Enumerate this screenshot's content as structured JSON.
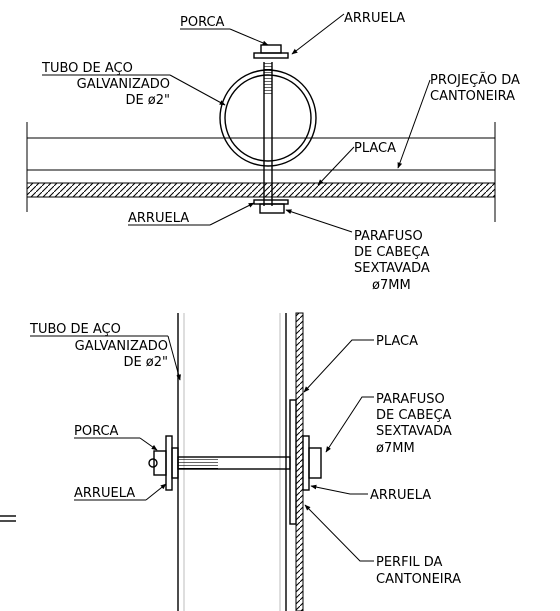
{
  "top_view": {
    "labels": {
      "porca": "PORCA",
      "arruela_top": "ARRUELA",
      "tubo_line1": "TUBO DE AÇO",
      "tubo_line2": "GALVANIZADO",
      "tubo_line3": "DE ø2\"",
      "projecao_line1": "PROJEÇÃO DA",
      "projecao_line2": "CANTONEIRA",
      "placa": "PLACA",
      "arruela_bottom": "ARRUELA",
      "parafuso_line1": "PARAFUSO",
      "parafuso_line2": "DE CABEÇA",
      "parafuso_line3": "SEXTAVADA",
      "parafuso_line4": "ø7MM"
    }
  },
  "side_view": {
    "labels": {
      "tubo_line1": "TUBO DE AÇO",
      "tubo_line2": "GALVANIZADO",
      "tubo_line3": "DE ø2\"",
      "placa": "PLACA",
      "parafuso_line1": "PARAFUSO",
      "parafuso_line2": "DE CABEÇA",
      "parafuso_line3": "SEXTAVADA",
      "parafuso_line4": "ø7MM",
      "porca": "PORCA",
      "arruela_left": "ARRUELA",
      "arruela_right": "ARRUELA",
      "perfil_line1": "PERFIL DA",
      "perfil_line2": "CANTONEIRA"
    }
  }
}
